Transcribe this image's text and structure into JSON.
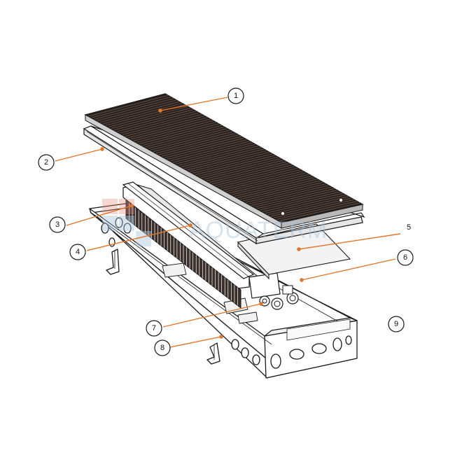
{
  "watermark": {
    "text": "AQUATERM"
  },
  "callouts": [
    {
      "id": "1",
      "label": "1",
      "circled": true
    },
    {
      "id": "2",
      "label": "2",
      "circled": true
    },
    {
      "id": "3",
      "label": "3",
      "circled": true
    },
    {
      "id": "4",
      "label": "4",
      "circled": true
    },
    {
      "id": "5",
      "label": "5",
      "circled": false
    },
    {
      "id": "6",
      "label": "6",
      "circled": true
    },
    {
      "id": "7",
      "label": "7",
      "circled": true
    },
    {
      "id": "8",
      "label": "8",
      "circled": true
    },
    {
      "id": "9",
      "label": "9",
      "circled": true
    }
  ],
  "colors": {
    "leader": "#e0762b",
    "ink": "#1a1a1a",
    "grille": "#2a211d",
    "metal": "#ffffff",
    "watermark": "#a9c6dc"
  }
}
